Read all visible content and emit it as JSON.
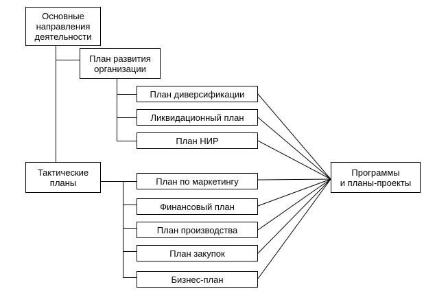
{
  "diagram": {
    "main_directions": "Основные\nнаправления\nдеятельности",
    "development_plan": "План развития\nорганизации",
    "diversification_plan": "План диверсификации",
    "liquidation_plan": "Ликвидационный план",
    "rnd_plan": "План НИР",
    "tactical_plans": "Тактические\nпланы",
    "marketing_plan": "План по маркетингу",
    "financial_plan": "Финансовый план",
    "production_plan": "План производства",
    "purchasing_plan": "План закупок",
    "business_plan": "Бизнес-план",
    "programs_and_projects": "Программы\nи планы-проекты"
  }
}
